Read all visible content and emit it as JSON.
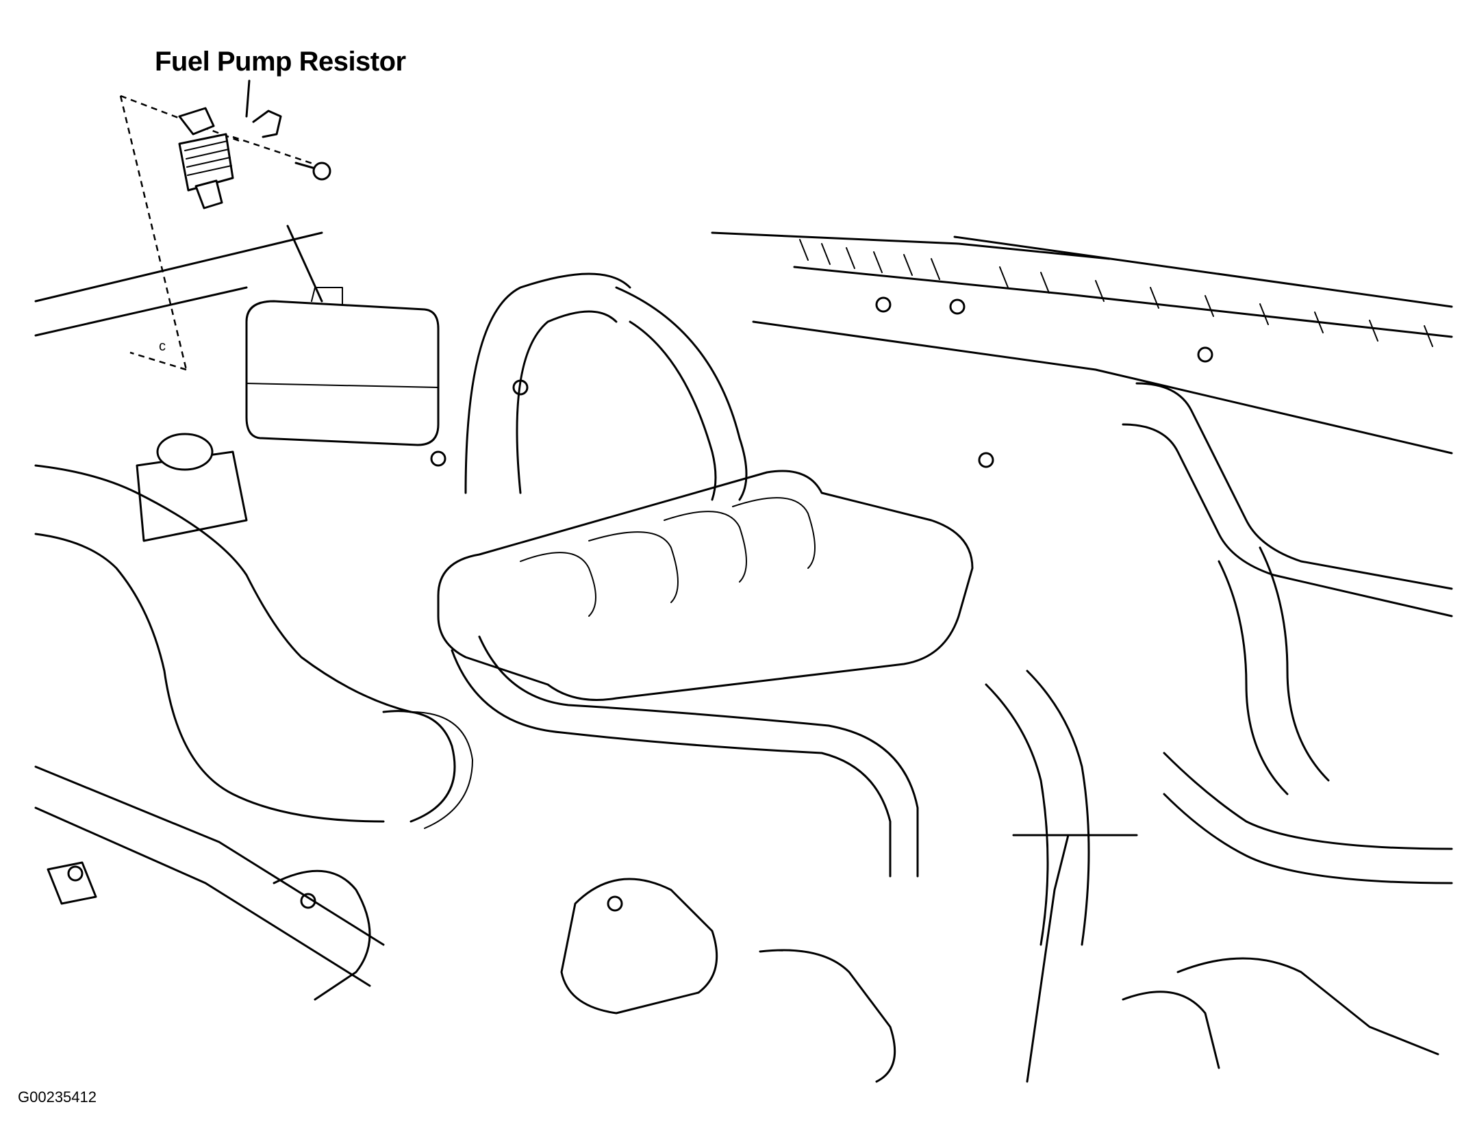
{
  "diagram": {
    "title": "Fuel Pump Resistor",
    "figure_code": "G00235412",
    "callout_letters": [
      "c"
    ],
    "colors": {
      "line": "#000000",
      "background": "#ffffff"
    }
  }
}
